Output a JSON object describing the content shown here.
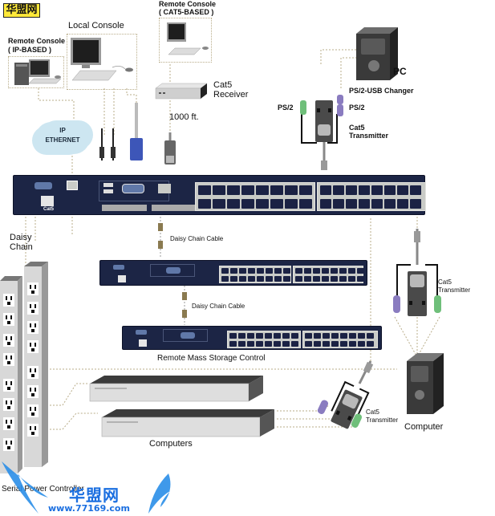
{
  "watermark": {
    "badge_text": "华盟网",
    "logo_text": "华盟网",
    "logo_url_text": "www.77169.com",
    "colors": {
      "badge_bg": "#ffe93a",
      "logo_blue": "#1b6fe0"
    }
  },
  "labels": {
    "remote_console_ip": [
      "Remote Console",
      "( IP-BASED )"
    ],
    "local_console": "Local Console",
    "remote_console_cat5": [
      "Remote Console",
      "( CAT5-BASED )"
    ],
    "cat5_receiver": [
      "Cat5",
      "Receiver"
    ],
    "distance": "1000 ft.",
    "ip_ethernet": [
      "IP",
      "ETHERNET"
    ],
    "pc": "PC",
    "ps2_usb_changer": "PS/2-USB Changer",
    "ps2_left": "PS/2",
    "ps2_right": "PS/2",
    "cat5_transmitter_top": [
      "Cat5",
      "Transmitter"
    ],
    "daisy_chain": [
      "Daisy",
      "Chain"
    ],
    "daisy_chain_cable_1": "Daisy Chain Cable",
    "daisy_chain_cable_2": "Daisy Chain Cable",
    "cat5_transmitter_right": [
      "Cat5",
      "Transmitter"
    ],
    "remote_mass_storage": "Remote Mass Storage Control",
    "computer": "Computer",
    "computers": "Computers",
    "cat5_transmitter_bottom": [
      "Cat5",
      "Transmitter"
    ],
    "serial_power_controller": "Serial Power Controller",
    "switch_cat5_port": "Cat5"
  },
  "switches": [
    {
      "id": "master",
      "ports_per_bank": 16,
      "banks": 2
    },
    {
      "id": "chain-1",
      "ports_per_bank": 16,
      "banks": 2
    },
    {
      "id": "chain-2",
      "ports_per_bank": 16,
      "banks": 2
    }
  ],
  "colors": {
    "switch_body": "#1c2545",
    "port_panel": "#c9cbc7",
    "cloud": "#cde6f1",
    "ps2_green": "#6fbf7a",
    "ps2_purple": "#8a7cc0",
    "vga_blue": "#3d56b8",
    "dotted_line": "#b9ad8a"
  }
}
